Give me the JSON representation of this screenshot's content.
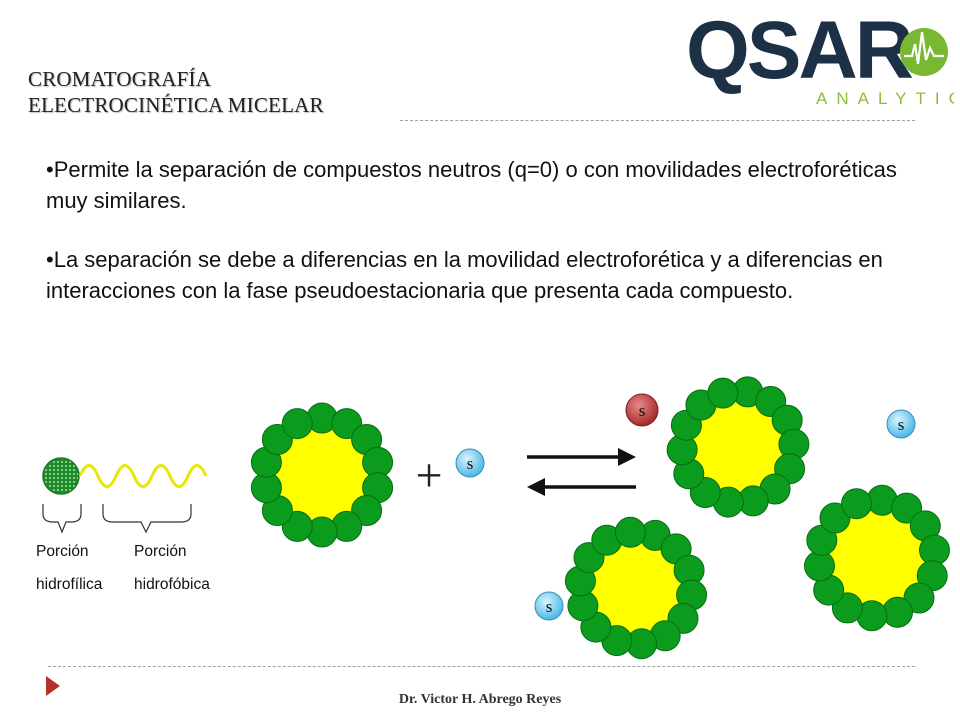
{
  "title": {
    "line1": "CROMATOGRAFÍA",
    "line2": "ELECTROCINÉTICA MICELAR"
  },
  "logo": {
    "wordmark": "QSAR",
    "tagline": "ANALYTICS",
    "colors": {
      "wordmark": "#1c3046",
      "tagline": "#8bbf3a",
      "circle": "#7ab733"
    }
  },
  "bullets": [
    "•Permite la separación de compuestos neutros (q=0) o con movilidades electroforéticas muy similares.",
    "•La separación se debe a diferencias en la movilidad electroforética y a diferencias en interacciones con la fase pseudoestacionaria que presenta cada compuesto."
  ],
  "diagram": {
    "labels": {
      "hydrophilic_1": "Porción",
      "hydrophilic_2": "hidrofílica",
      "hydrophobic_1": "Porción",
      "hydrophobic_2": "hidrofóbica"
    },
    "plus": "+",
    "solute": "s",
    "colors": {
      "core": "#ffff00",
      "head": "#0b9b1d",
      "solute_neutral": "#7ad1f0",
      "solute_bound": "#b53a3a",
      "tail": "#e8e800"
    }
  },
  "footer": "Dr. Victor H. Abrego Reyes"
}
